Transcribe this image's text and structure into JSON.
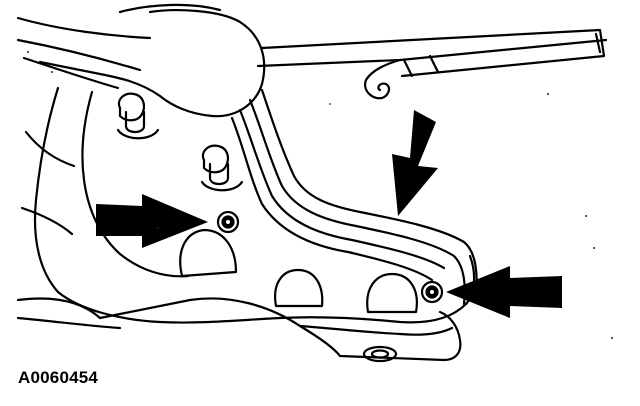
{
  "figure": {
    "code": "A0060454"
  },
  "colors": {
    "ink": "#000000",
    "paper": "#ffffff",
    "speckle": "#222222"
  },
  "arrows": [
    {
      "name": "arrow-upper-right",
      "direction": "down"
    },
    {
      "name": "arrow-left",
      "direction": "right"
    },
    {
      "name": "arrow-right",
      "direction": "left"
    }
  ],
  "fasteners": [
    {
      "name": "fastener-left",
      "kind": "bolt"
    },
    {
      "name": "fastener-right",
      "kind": "bolt"
    }
  ],
  "studs": [
    {
      "name": "stud-upper"
    },
    {
      "name": "stud-lower"
    }
  ]
}
